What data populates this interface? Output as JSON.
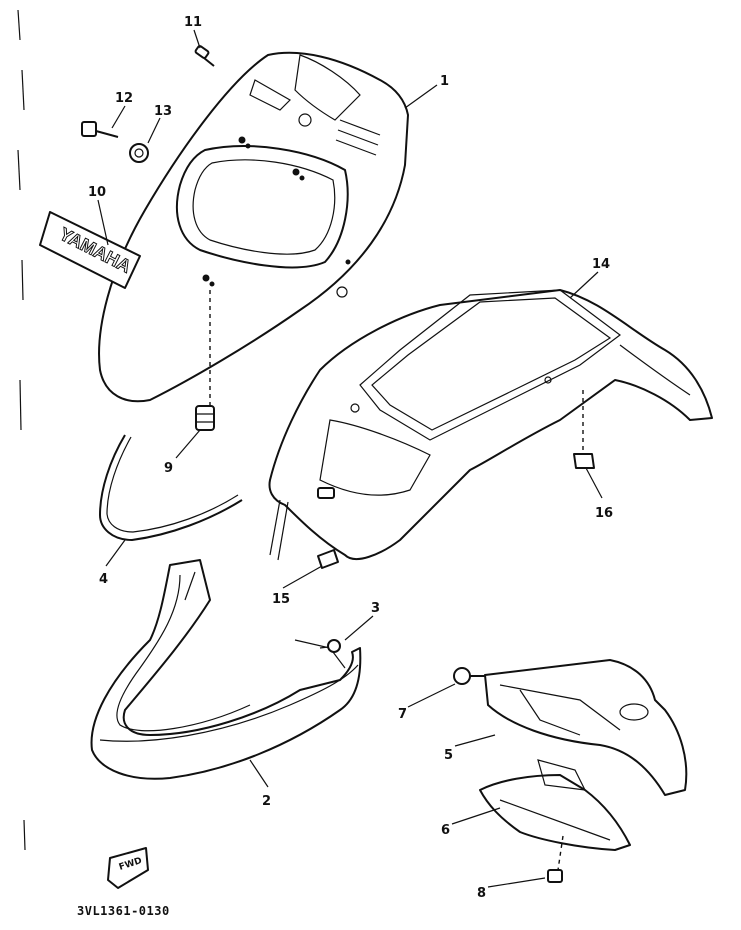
{
  "callouts": {
    "c1": "1",
    "c2": "2",
    "c3": "3",
    "c4": "4",
    "c5": "5",
    "c6": "6",
    "c7": "7",
    "c8": "8",
    "c9": "9",
    "c10": "10",
    "c11": "11",
    "c12": "12",
    "c13": "13",
    "c14": "14",
    "c15": "15",
    "c16": "16"
  },
  "decal_text": "YAMAHA",
  "fwd_text": "FWD",
  "diagram_code": "3VL1361-0130"
}
